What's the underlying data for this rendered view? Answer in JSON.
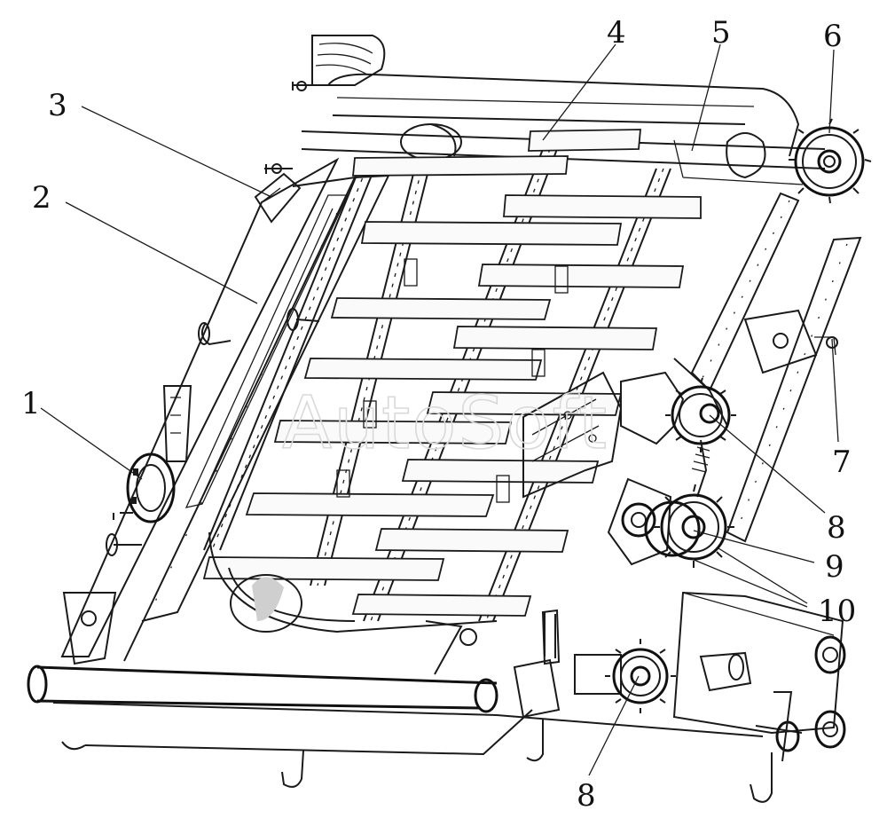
{
  "figure": {
    "callouts": [
      {
        "id": "c1",
        "text": "1"
      },
      {
        "id": "c2",
        "text": "2"
      },
      {
        "id": "c3",
        "text": "3"
      },
      {
        "id": "c4",
        "text": "4"
      },
      {
        "id": "c5",
        "text": "5"
      },
      {
        "id": "c6",
        "text": "6"
      },
      {
        "id": "c7",
        "text": "7"
      },
      {
        "id": "c8a",
        "text": "8"
      },
      {
        "id": "c9",
        "text": "9"
      },
      {
        "id": "c10",
        "text": "10"
      },
      {
        "id": "c8b",
        "text": "8"
      }
    ]
  },
  "watermark": {
    "text": "AutoSoft"
  }
}
